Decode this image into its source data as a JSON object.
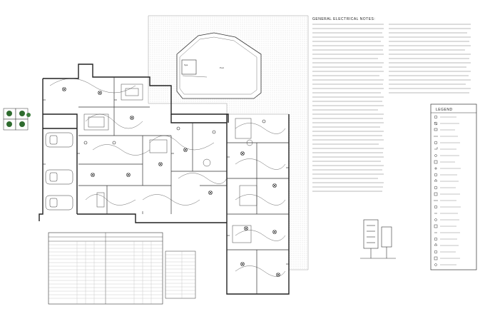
{
  "notes": {
    "title": "GENERAL ELECTRICAL NOTES:"
  },
  "legend": {
    "title": "LEGEND"
  },
  "rooms": {
    "pool": "Pool",
    "spa": "Spa"
  },
  "colors": {
    "line": "#333333",
    "paper": "#ffffff",
    "hatch": "#b0b0b0",
    "plant": "#2e6b2e"
  }
}
